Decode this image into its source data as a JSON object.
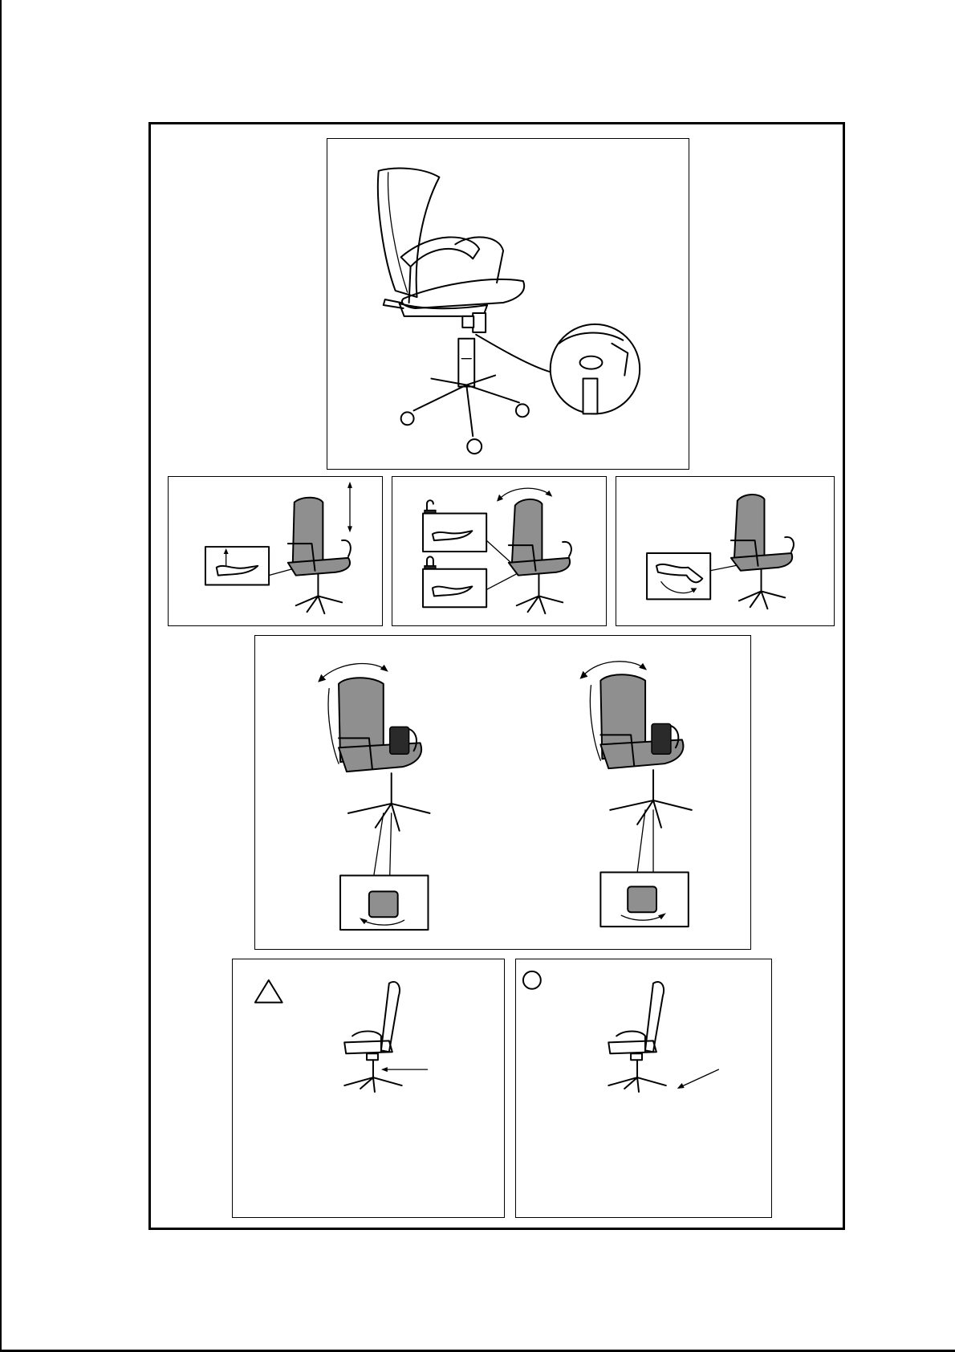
{
  "document": {
    "panels": [
      {
        "id": "assembly",
        "icon": "gas-lift-insert-detail"
      },
      {
        "id": "height-adjustment",
        "icon": "lever-up-arrow"
      },
      {
        "id": "tilt-lock",
        "icon": "padlock-open-closed"
      },
      {
        "id": "lever",
        "icon": "lever-rotate"
      },
      {
        "id": "tension-adjustment",
        "icon": "tension-knob-rotate"
      },
      {
        "id": "warning",
        "icon": "warning-triangle-icon"
      },
      {
        "id": "information",
        "icon": "info-circle-icon"
      }
    ],
    "colors": {
      "line": "#000000",
      "seat_fill": "#8f8f8f",
      "background": "#ffffff"
    }
  }
}
